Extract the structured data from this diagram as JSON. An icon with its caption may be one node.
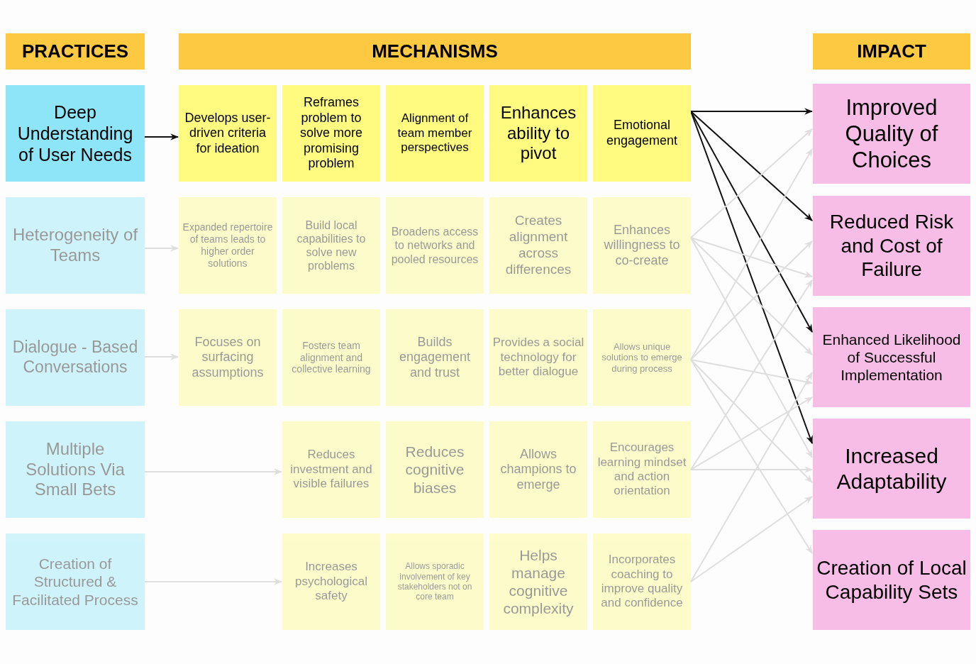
{
  "diagram": {
    "nodes": [
      {
        "text": [
          "PRACTICES"
        ]
      },
      {
        "text": [
          "MECHANISMS"
        ]
      },
      {
        "text": [
          "IMPACT"
        ]
      },
      {
        "text": [
          "Deep Understanding of User Needs"
        ]
      },
      {
        "text": [
          "Develops user-driven criteria for ideation"
        ]
      },
      {
        "text": [
          "Reframes problem to solve more promising problem"
        ]
      },
      {
        "text": [
          "Alignment of team member perspectives"
        ]
      },
      {
        "text": [
          "Enhances ability to pivot"
        ]
      },
      {
        "text": [
          "Emotional engagement"
        ]
      },
      {
        "text": [
          "Improved Quality of Choices"
        ]
      },
      {
        "text": [
          "Heterogeneity of Teams"
        ]
      },
      {
        "text": [
          "Expanded repertoire of teams leads to higher order solutions"
        ]
      },
      {
        "text": [
          "Build local capabilities to solve new problems"
        ]
      },
      {
        "text": [
          "Broadens access to networks and pooled resources"
        ]
      },
      {
        "text": [
          "Creates alignment across differences"
        ]
      },
      {
        "text": [
          "Enhances willingness to co-create"
        ]
      },
      {
        "text": [
          "Reduced Risk and Cost of Failure"
        ]
      },
      {
        "text": [
          "Dialogue - Based Conversations"
        ]
      },
      {
        "text": [
          "Focuses on surfacing assumptions"
        ]
      },
      {
        "text": [
          "Fosters team alignment and collective learning"
        ]
      },
      {
        "text": [
          "Builds engagement and trust"
        ]
      },
      {
        "text": [
          "Provides a social technology for better dialogue"
        ]
      },
      {
        "text": [
          "Allows unique solutions to emerge during process"
        ]
      },
      {
        "text": [
          "Enhanced Likelihood of Successful Implementation"
        ]
      },
      {
        "text": [
          "Multiple Solutions Via Small Bets"
        ]
      },
      {
        "text": [
          "Reduces investment and visible failures"
        ]
      },
      {
        "text": [
          "Reduces cognitive biases"
        ]
      },
      {
        "text": [
          "Allows champions to emerge"
        ]
      },
      {
        "text": [
          "Encourages learning mindset and action orientation"
        ]
      },
      {
        "text": [
          "Increased Adaptability"
        ]
      },
      {
        "text": [
          "Creation of Structured & Facilitated Process"
        ]
      },
      {
        "text": [
          "Increases psychological safety"
        ]
      },
      {
        "text": [
          "Allows sporadic involvement of key stakeholders not on core team"
        ]
      },
      {
        "text": [
          "Helps manage cognitive complexity"
        ]
      },
      {
        "text": [
          "Incorporates coaching to improve quality and confidence"
        ]
      },
      {
        "text": [
          "Creation of Local Capability Sets"
        ]
      }
    ],
    "edges": [
      {
        "from": 3,
        "to": 4,
        "arrow": "to",
        "color": "#111111"
      },
      {
        "from": 8,
        "to": 9,
        "arrow": "to",
        "color": "#111111"
      },
      {
        "from": 8,
        "to": 16,
        "arrow": "to",
        "color": "#111111"
      },
      {
        "from": 8,
        "to": 23,
        "arrow": "to",
        "color": "#111111"
      },
      {
        "from": 8,
        "to": 29,
        "arrow": "to",
        "color": "#111111"
      },
      {
        "from": 10,
        "to": 11,
        "arrow": "to"
      },
      {
        "from": 17,
        "to": 18,
        "arrow": "to"
      },
      {
        "from": 24,
        "to": 25,
        "arrow": "to"
      },
      {
        "from": 30,
        "to": 31,
        "arrow": "to"
      },
      {
        "from": 15,
        "to": 9,
        "arrow": "to"
      },
      {
        "from": 15,
        "to": 16,
        "arrow": "to"
      },
      {
        "from": 15,
        "to": 23,
        "arrow": "to"
      },
      {
        "from": 15,
        "to": 29,
        "arrow": "to"
      },
      {
        "from": 22,
        "to": 9,
        "arrow": "to"
      },
      {
        "from": 22,
        "to": 16,
        "arrow": "to"
      },
      {
        "from": 22,
        "to": 23,
        "arrow": "to"
      },
      {
        "from": 22,
        "to": 29,
        "arrow": "to"
      },
      {
        "from": 22,
        "to": 35,
        "arrow": "to"
      },
      {
        "from": 28,
        "to": 16,
        "arrow": "to"
      },
      {
        "from": 28,
        "to": 23,
        "arrow": "to"
      },
      {
        "from": 28,
        "to": 29,
        "arrow": "to"
      },
      {
        "from": 34,
        "to": 23,
        "arrow": "to"
      },
      {
        "from": 34,
        "to": 29,
        "arrow": "to"
      }
    ]
  }
}
